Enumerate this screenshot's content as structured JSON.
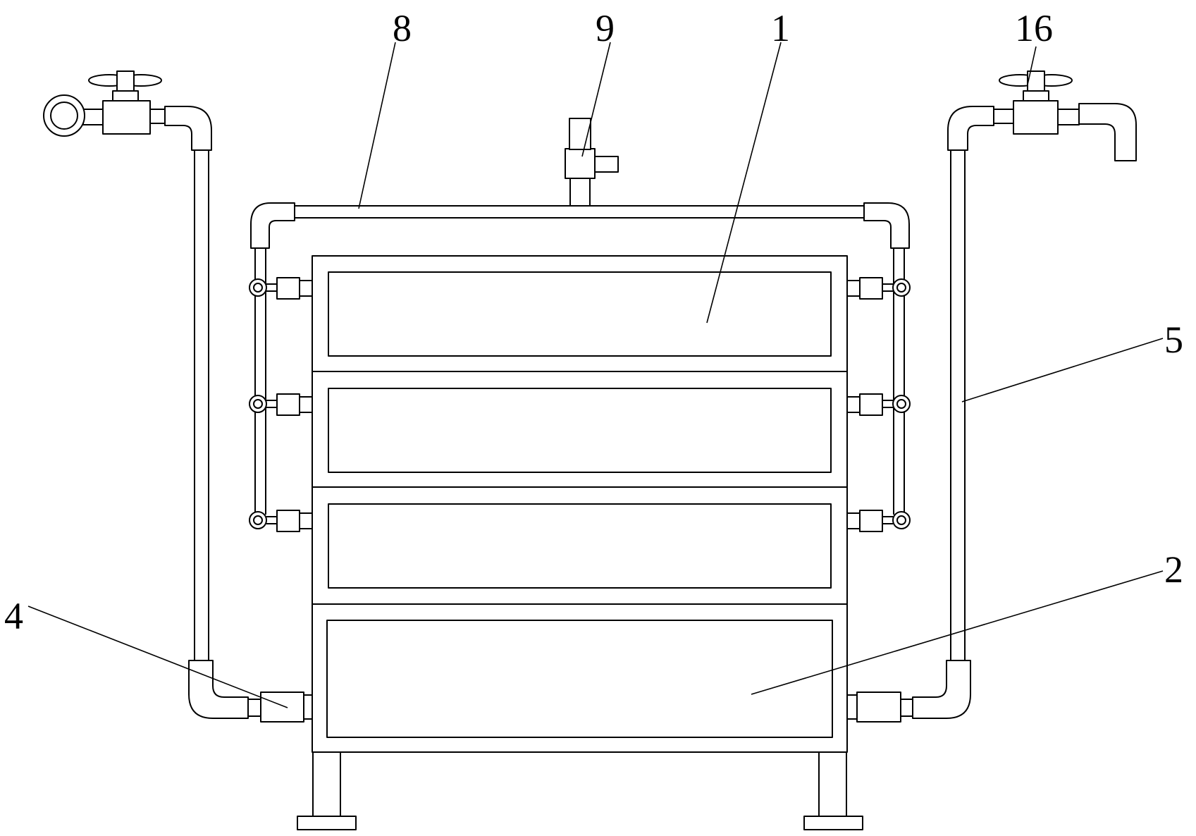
{
  "figure": {
    "labels": [
      {
        "key": "label_8",
        "text": "8"
      },
      {
        "key": "label_9",
        "text": "9"
      },
      {
        "key": "label_1",
        "text": "1"
      },
      {
        "key": "label_16",
        "text": "16"
      },
      {
        "key": "label_5",
        "text": "5"
      },
      {
        "key": "label_2",
        "text": "2"
      },
      {
        "key": "label_4",
        "text": "4"
      }
    ]
  }
}
